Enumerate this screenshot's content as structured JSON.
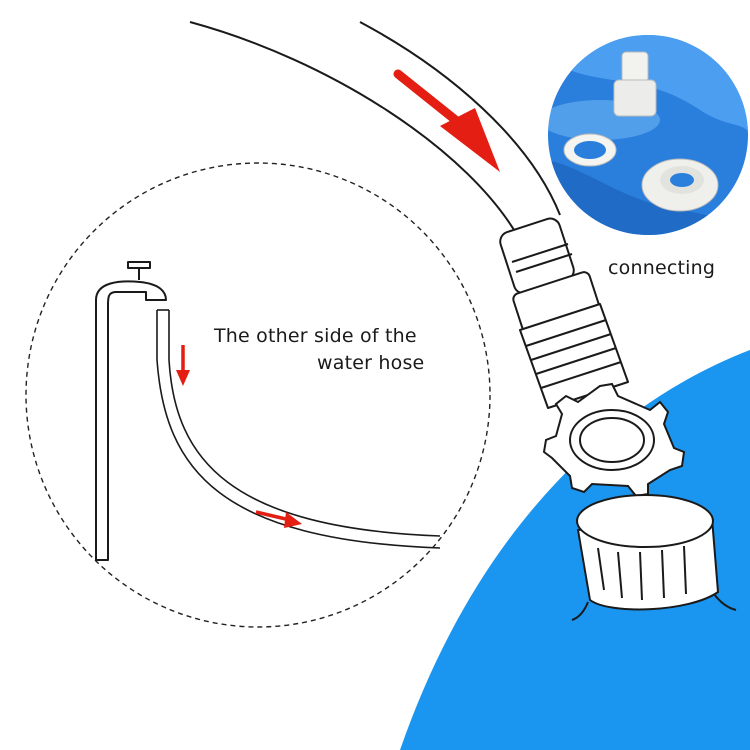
{
  "labels": {
    "connecting": "connecting",
    "other_side_line1": "The other side of the",
    "other_side_line2": "water hose"
  },
  "icons": [
    "faucet-icon",
    "flow-arrow-icon",
    "hose-connector-icon",
    "lock-ring-icon",
    "valve-cap-icon"
  ],
  "colors": {
    "arrow": "#e41e13",
    "pool": "#1a96f0",
    "photo_bg": "#2a7fdc",
    "outline": "#1a1a1a"
  }
}
